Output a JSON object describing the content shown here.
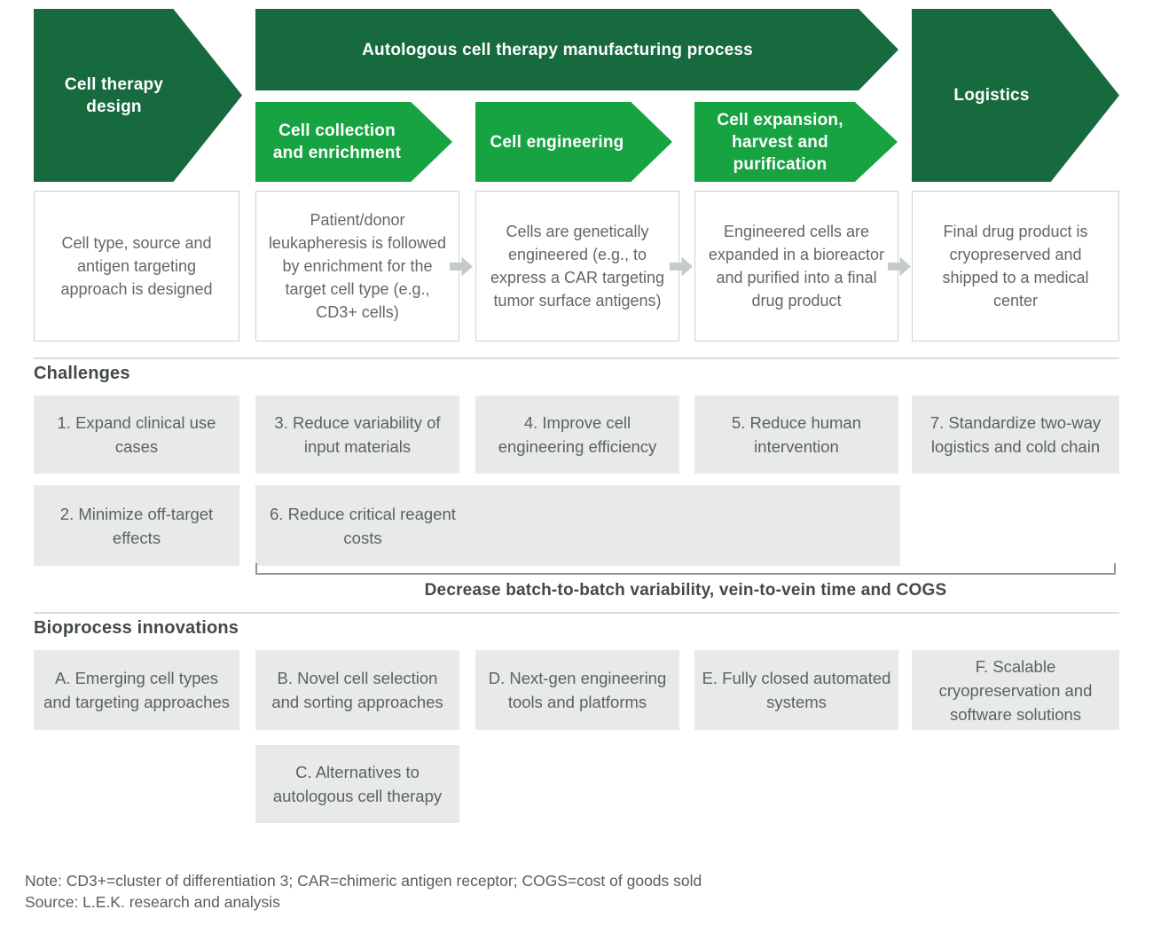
{
  "colors": {
    "dark_green": "#176A3D",
    "bright_green": "#17A341",
    "box_gray": "#E7EAE8",
    "box_border": "#CCD2CF",
    "body_text": "#626769",
    "heading_text": "#43494B",
    "connector_gray": "#C4CCC9",
    "bracket_gray": "#8F9797"
  },
  "stages": {
    "design": {
      "label": "Cell therapy design",
      "description": "Cell type, source and antigen targeting approach is designed"
    },
    "banner_label": "Autologous cell therapy manufacturing process",
    "manufacturing": [
      {
        "label": "Cell collection and enrichment",
        "description": "Patient/donor leukapheresis is followed by enrichment for the target cell type (e.g., CD3+ cells)"
      },
      {
        "label": "Cell engineering",
        "description": "Cells are genetically engineered (e.g., to express a CAR targeting tumor surface antigens)"
      },
      {
        "label": "Cell expansion, harvest and purification",
        "description": "Engineered cells are expanded in a bioreactor and purified into a final drug product"
      }
    ],
    "logistics": {
      "label": "Logistics",
      "description": "Final drug product is cryopreserved and shipped to a medical center"
    }
  },
  "challenges": {
    "heading": "Challenges",
    "row1": [
      "1. Expand clinical use cases",
      "3. Reduce variability of input materials",
      "4. Improve cell engineering efficiency",
      "5. Reduce human intervention",
      "7. Standardize two-way logistics and cold chain"
    ],
    "row2_col1": "2. Minimize off-target effects",
    "row2_span": "6. Reduce critical reagent costs",
    "bracket_label": "Decrease batch-to-batch variability, vein-to-vein time and COGS"
  },
  "innovations": {
    "heading": "Bioprocess innovations",
    "row1": [
      "A. Emerging cell types and targeting approaches",
      "B. Novel cell selection and sorting approaches",
      "D. Next-gen engineering tools and platforms",
      "E. Fully closed automated systems",
      "F. Scalable cryopreservation and software solutions"
    ],
    "row2_col2": "C. Alternatives to autologous cell therapy"
  },
  "footer": {
    "note": "Note: CD3+=cluster of differentiation 3; CAR=chimeric antigen receptor; COGS=cost of goods sold",
    "source": "Source: L.E.K. research and analysis"
  }
}
